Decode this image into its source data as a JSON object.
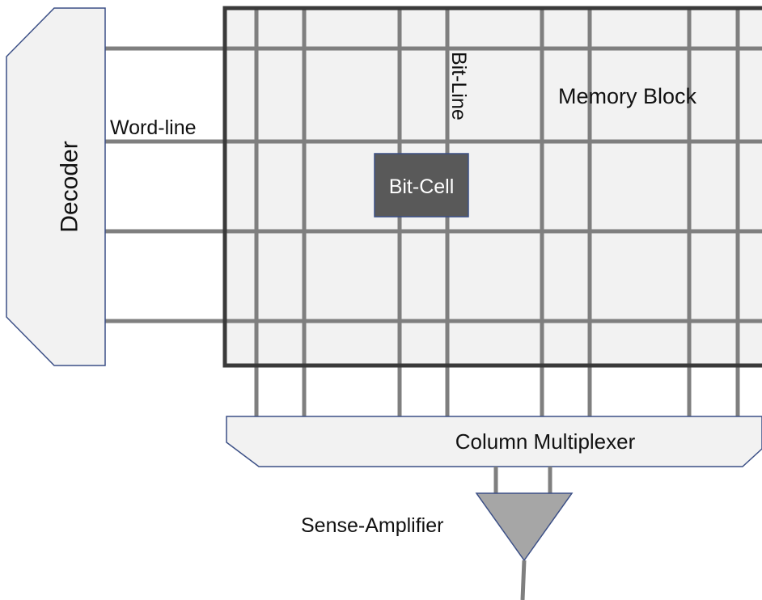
{
  "labels": {
    "decoder": "Decoder",
    "word_line": "Word-line",
    "bit_line": "Bit-Line",
    "memory_block": "Memory Block",
    "bit_cell": "Bit-Cell",
    "column_multiplexer": "Column Multiplexer",
    "sense_amplifier": "Sense-Amplifier"
  },
  "colors": {
    "block_fill": "#f2f2f2",
    "block_border": "#3a3a3a",
    "grid_line": "#7f7f7f",
    "decoder_border": "#3b4f86",
    "bit_cell_fill": "#595959",
    "bit_cell_border": "#3b4f86",
    "amplifier_fill": "#a6a6a6"
  }
}
